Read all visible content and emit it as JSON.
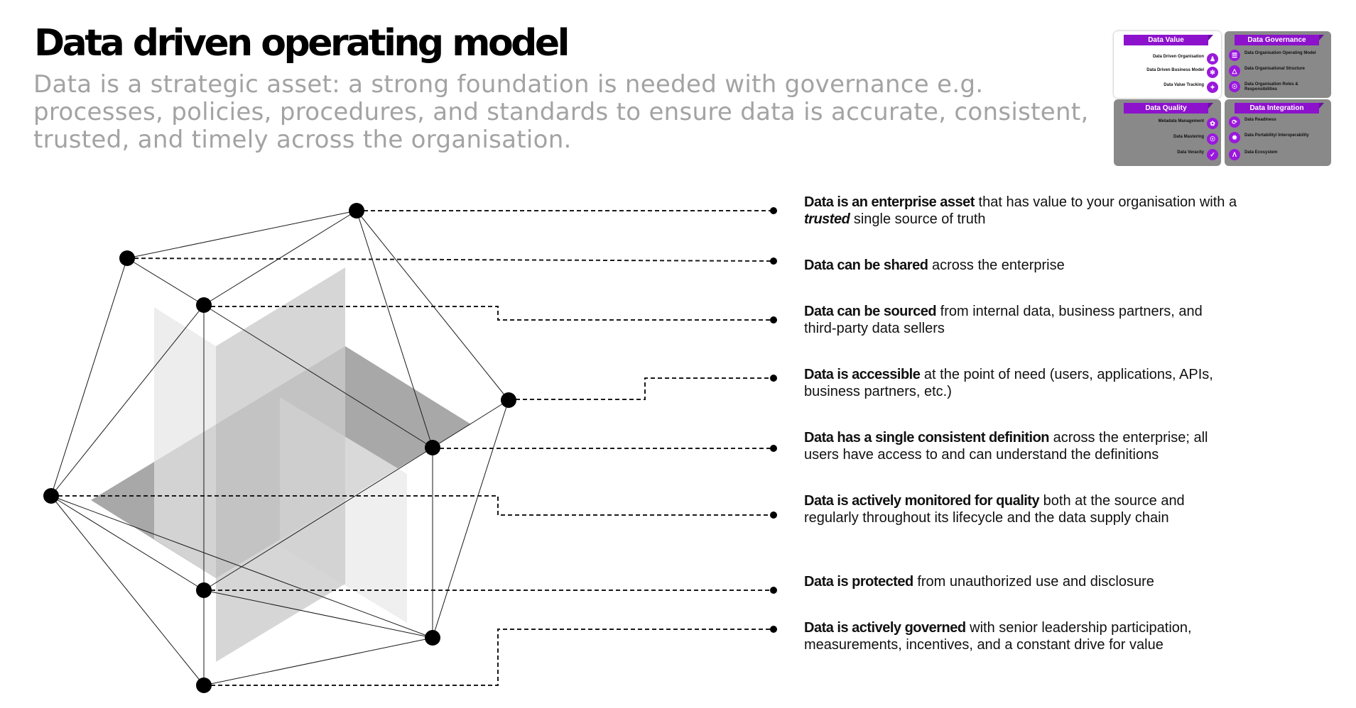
{
  "title": "Data driven operating model",
  "subtitle": "Data is a strategic asset: a strong foundation is needed with governance e.g. processes, policies, procedures, and standards to ensure data is accurate, consistent, trusted, and timely across the organisation.",
  "colors": {
    "accent": "#8c12cc",
    "quadrant_dark": "#898989",
    "subtitle_gray": "#a3a3a3"
  },
  "statements": [
    {
      "bold": "Data is an enterprise asset",
      "text1": " that has value to your organisation with a ",
      "italic": "trusted",
      "text2": " single source of truth"
    },
    {
      "bold": "Data can be shared",
      "text": " across the enterprise"
    },
    {
      "bold": "Data can be sourced",
      "text": " from internal data, business partners, and third-party data sellers"
    },
    {
      "bold": "Data is accessible",
      "text": " at the point of need (users, applications, APIs, business partners, etc.)"
    },
    {
      "bold": "Data has a single consistent definition",
      "text": " across the enterprise; all users have access to and can understand the definitions"
    },
    {
      "bold": "Data is actively monitored for quality",
      "text": " both at the source and regularly throughout its lifecycle and the data supply chain"
    },
    {
      "bold": "Data is protected",
      "text": " from unauthorized use and disclosure"
    },
    {
      "bold": "Data is actively governed",
      "text": " with senior leadership participation, measurements, incentives, and a constant drive for value"
    }
  ],
  "quadrants": [
    {
      "title": "Data Value",
      "items": [
        {
          "label": "Data Driven Organisation",
          "icon": "org-icon"
        },
        {
          "label": "Data Driven Business Model",
          "icon": "model-icon"
        },
        {
          "label": "Data Value Tracking",
          "icon": "tracking-icon"
        }
      ]
    },
    {
      "title": "Data Governance",
      "items": [
        {
          "label": "Data Organisation Operating Model",
          "icon": "operating-icon"
        },
        {
          "label": "Data Organisational Structure",
          "icon": "structure-icon"
        },
        {
          "label": "Data Organisation Roles & Responsibilities",
          "icon": "roles-icon"
        }
      ]
    },
    {
      "title": "Data Quality",
      "items": [
        {
          "label": "Metadata Management",
          "icon": "metadata-icon"
        },
        {
          "label": "Data Mastering",
          "icon": "mastering-icon"
        },
        {
          "label": "Data Veracity",
          "icon": "veracity-icon"
        }
      ]
    },
    {
      "title": "Data Integration",
      "items": [
        {
          "label": "Data Readiness",
          "icon": "readiness-icon"
        },
        {
          "label": "Data Portability/ Interoperability",
          "icon": "portability-icon"
        },
        {
          "label": "Data Ecosystem",
          "icon": "ecosystem-icon"
        }
      ]
    }
  ]
}
